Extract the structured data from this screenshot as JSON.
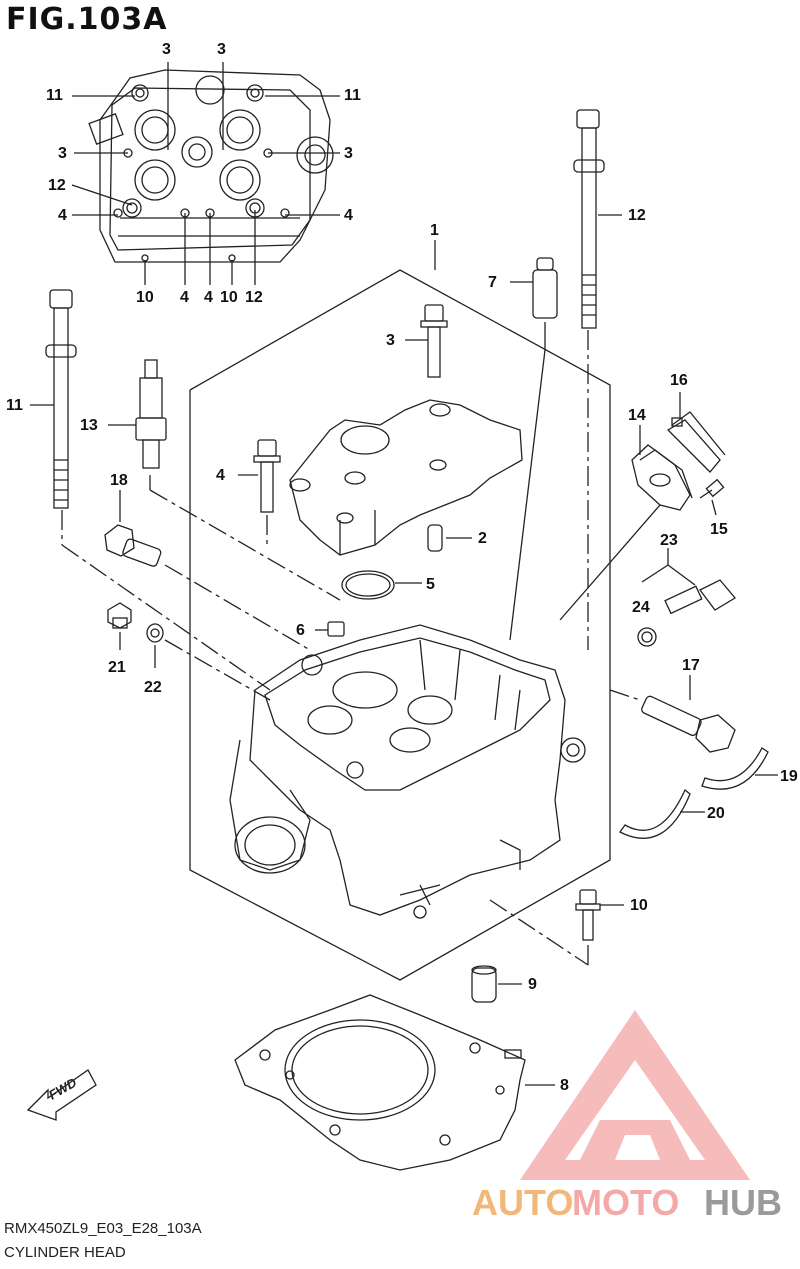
{
  "figure": {
    "title": "FIG.103A",
    "code": "RMX450ZL9_E03_E28_103A",
    "caption": "CYLINDER HEAD",
    "fwd_label": "FWD"
  },
  "watermark": {
    "word_part1": "AUTO",
    "word_part2": "MOTO",
    "word_part3": "HUB",
    "color_main": "#f2a0a0",
    "color_accent": "#e06a6a",
    "color_hub": "#9a9a9a"
  },
  "callouts": {
    "inset_3a": "3",
    "inset_3b": "3",
    "inset_3c": "3",
    "inset_3d": "3",
    "inset_11a": "11",
    "inset_11b": "11",
    "inset_12a": "12",
    "inset_12b": "12",
    "inset_4a": "4",
    "inset_4b": "4",
    "inset_4c": "4",
    "inset_4d": "4",
    "inset_10a": "10",
    "inset_10b": "10",
    "p1": "1",
    "p2": "2",
    "p3": "3",
    "p4": "4",
    "p5": "5",
    "p6": "6",
    "p7": "7",
    "p8": "8",
    "p9": "9",
    "p10": "10",
    "p11": "11",
    "p12": "12",
    "p13": "13",
    "p14": "14",
    "p15": "15",
    "p16": "16",
    "p17": "17",
    "p18": "18",
    "p19": "19",
    "p20": "20",
    "p21": "21",
    "p22": "22",
    "p23": "23",
    "p24": "24"
  }
}
